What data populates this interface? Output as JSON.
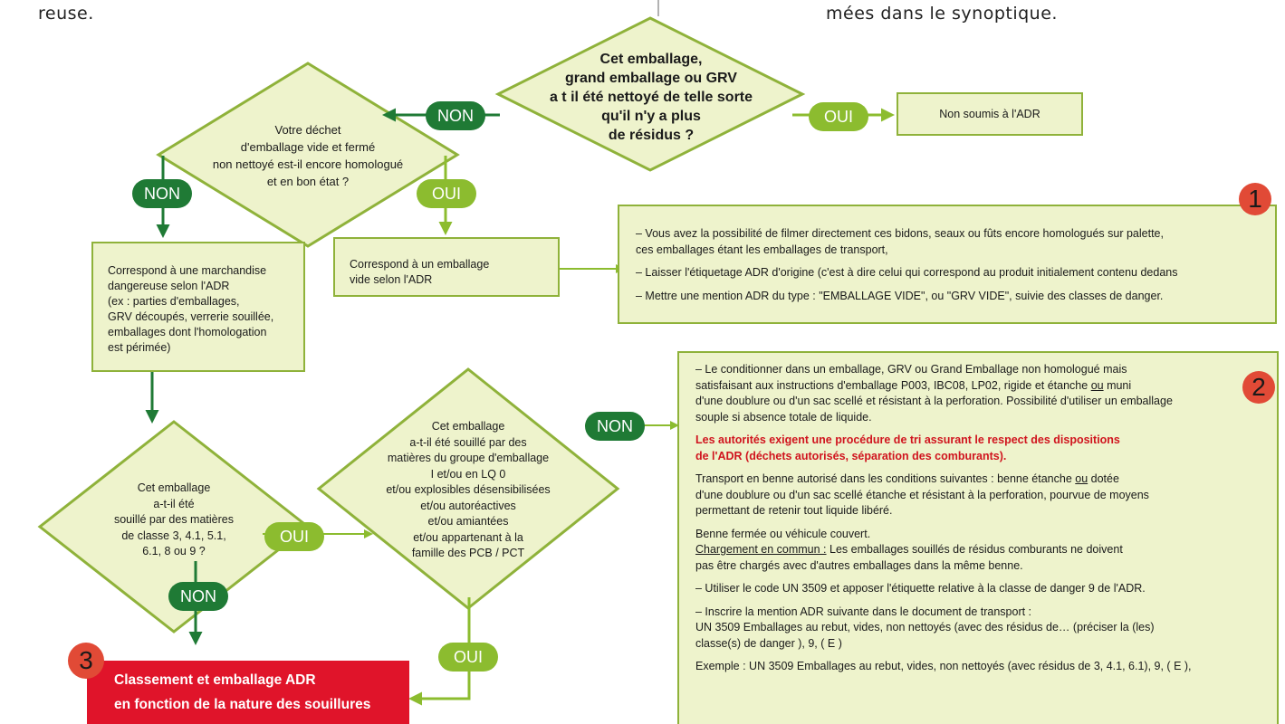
{
  "header_fragments": {
    "left": "reuse.",
    "right": "mées dans le synoptique."
  },
  "decisions": {
    "top": "Cet emballage,\ngrand emballage ou GRV\na t il été nettoyé de telle sorte\nqu'il n'y a plus\nde résidus ?",
    "homologue": "Votre déchet\nd'emballage vide et fermé\nnon nettoyé est-il encore homologué\net en bon état ?",
    "classe": "Cet emballage\na-t-il été\nsouillé par des matières\nde classe 3, 4.1, 5.1,\n6.1, 8 ou 9 ?",
    "groupe": "Cet emballage\na-t-il été souillé par des\nmatières du groupe d'emballage\nI et/ou en LQ 0\net/ou explosibles désensibilisées\net/ou autoréactives\net/ou amiantées\net/ou appartenant à la\nfamille des PCB / PCT"
  },
  "labels": {
    "non": "NON",
    "oui": "OUI"
  },
  "boxes": {
    "non_soumis": "Non soumis à l'ADR",
    "marchandise": "Correspond à une marchandise\ndangereuse selon l'ADR\n(ex : parties d'emballages,\nGRV découpés, verrerie souillée,\nemballages dont l'homologation\nest périmée)",
    "emballage_vide": "Correspond à un emballage\nvide selon l'ADR"
  },
  "numbers": {
    "n1": "1",
    "n2": "2",
    "n3": "3"
  },
  "note1": {
    "line1": "– Vous avez la possibilité de filmer directement ces bidons, seaux ou fûts encore homologués sur palette,\n   ces emballages étant les emballages de transport,",
    "line2": "– Laisser l'étiquetage ADR d'origine (c'est à dire celui qui correspond au produit initialement contenu dedans",
    "line3": "– Mettre une mention ADR du type : \"EMBALLAGE VIDE\", ou \"GRV VIDE\", suivie des classes de danger."
  },
  "note2": {
    "p1a": "– Le conditionner dans un emballage, GRV ou Grand Emballage non homologué mais\nsatisfaisant aux instructions d'emballage P003, IBC08, LP02, rigide et étanche ",
    "p1_ou": "ou",
    "p1b": " muni\nd'une doublure ou d'un sac scellé et résistant à la perforation. Possibilité d'utiliser un emballage\nsouple si absence totale de liquide.",
    "warning": "Les autorités exigent une procédure de tri assurant le respect des dispositions\nde l'ADR (déchets autorisés, séparation des comburants).",
    "p3a": "Transport en benne autorisé dans les conditions suivantes : benne étanche ",
    "p3_ou": "ou",
    "p3b": " dotée\nd'une doublure ou d'un sac scellé étanche et résistant à la perforation, pourvue de moyens\npermettant de retenir tout liquide libéré.",
    "p4": "Benne fermée ou véhicule couvert.",
    "p5_label": "Chargement en commun :",
    "p5_text": " Les emballages souillés de résidus comburants ne doivent\npas être chargés avec d'autres emballages dans la même benne.",
    "p6": "– Utiliser le code UN 3509 et apposer l'étiquette relative à la classe de danger 9 de l'ADR.",
    "p7": "– Inscrire la mention ADR suivante dans le document de transport :\nUN 3509 Emballages au rebut, vides, non nettoyés (avec des résidus de… (préciser la (les)\nclasse(s) de danger ), 9, ( E )",
    "p8": "Exemple : UN 3509 Emballages au rebut, vides, non nettoyés (avec résidus de 3, 4.1, 6.1), 9, ( E ),"
  },
  "result3": {
    "line1": "Classement et emballage ADR",
    "line2": "en fonction de la nature des souillures"
  },
  "colors": {
    "dark_green": "#1f7a35",
    "light_green": "#8cbc2f",
    "fill": "#eef3cc",
    "border": "#8fb23a",
    "red": "#e0142a",
    "circle_red": "#e14a36"
  }
}
